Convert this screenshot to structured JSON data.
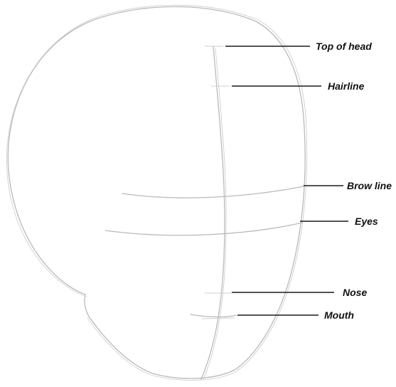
{
  "diagram": {
    "labels": {
      "top_of_head": "Top of head",
      "hairline": "Hairline",
      "brow_line": "Brow line",
      "eyes": "Eyes",
      "nose": "Nose",
      "mouth": "Mouth"
    }
  }
}
